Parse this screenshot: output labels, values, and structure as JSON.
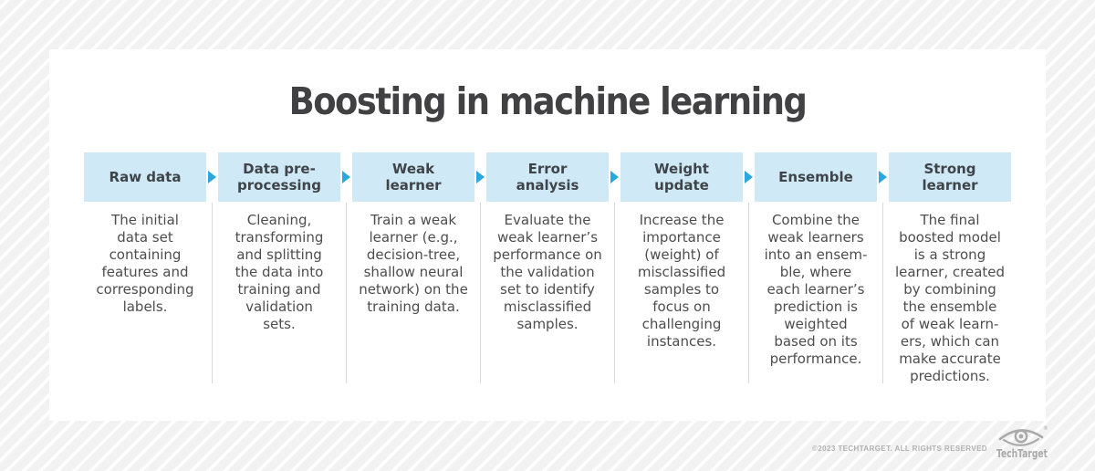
{
  "page": {
    "title": "Boosting in machine learning"
  },
  "steps": [
    {
      "label": "Raw data",
      "description": "The initial\ndata set\ncontaining\nfeatures and\ncorresponding\nlabels."
    },
    {
      "label": "Data pre-\nprocessing",
      "description": "Cleaning,\ntransforming\nand splitting\nthe data into\ntraining and\nvalidation\nsets."
    },
    {
      "label": "Weak\nlearner",
      "description": "Train a weak\nlearner (e.g.,\ndecision-tree,\nshallow neural\nnetwork) on the\ntraining data."
    },
    {
      "label": "Error\nanalysis",
      "description": "Evaluate the\nweak learner’s\nperformance on\nthe validation\nset to identify\nmisclassified\nsamples."
    },
    {
      "label": "Weight\nupdate",
      "description": "Increase the\nimportance\n(weight) of\nmisclassified\nsamples to\nfocus on\nchallenging\ninstances."
    },
    {
      "label": "Ensemble",
      "description": "Combine the\nweak learners\ninto an ensem-\nble, where\neach learner’s\nprediction is\nweighted\nbased on its\nperformance."
    },
    {
      "label": "Strong\nlearner",
      "description": "The final\nboosted model\nis a strong\nlearner, created\nby combining\nthe ensemble\nof weak learn-\ners, which can\nmake accurate\npredictions."
    }
  ],
  "footer": {
    "copyright": "©2023 TECHTARGET. ALL RIGHTS RESERVED",
    "logo_text": "TechTarget",
    "logo_registered_mark": "®"
  },
  "colors": {
    "step_header_bg": "#cfe9f7",
    "arrow_blue": "#29a8e0",
    "title_text": "#414042",
    "step_label_text": "#3f4449",
    "body_text": "#4d4d4d",
    "divider": "#d9d9d9",
    "footer_text": "#b1b1b1",
    "logo_gray": "#a9a9a9",
    "card_bg": "#ffffff",
    "background_stripe_gray": "#f2f2f2"
  }
}
